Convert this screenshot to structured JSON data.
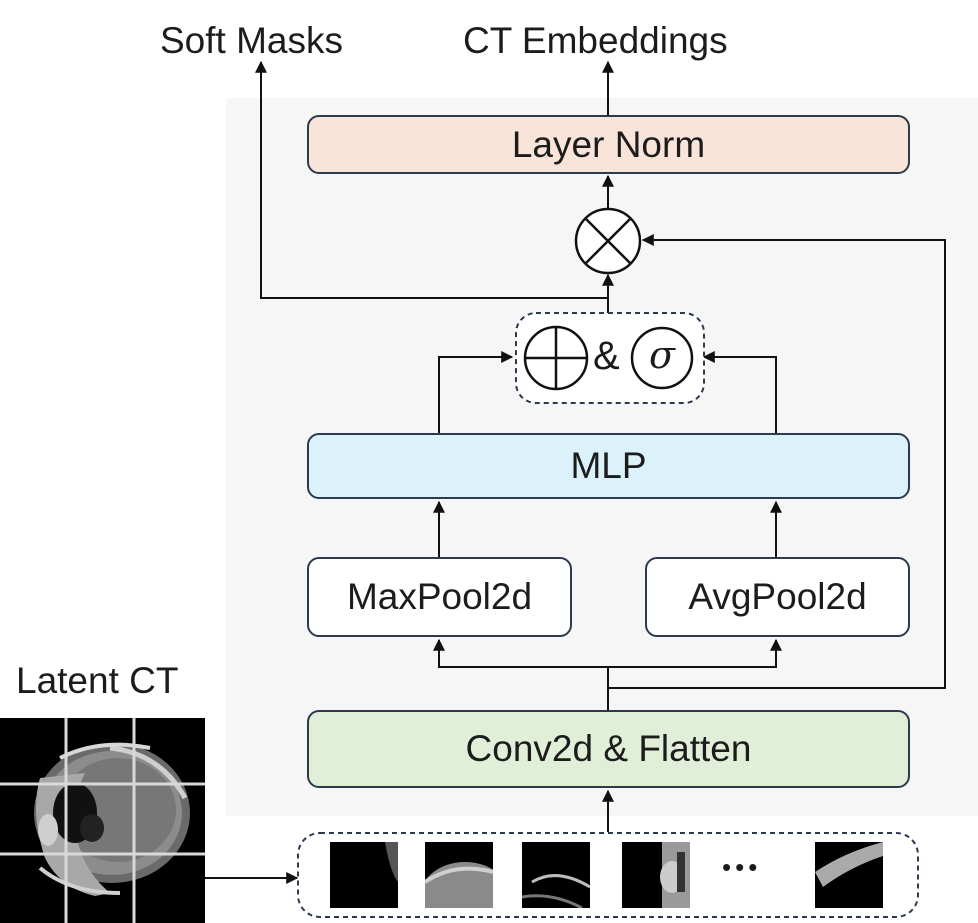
{
  "outputs": {
    "soft_masks": "Soft Masks",
    "ct_embeddings": "CT Embeddings"
  },
  "blocks": {
    "layer_norm": "Layer Norm",
    "mlp": "MLP",
    "maxpool": "MaxPool2d",
    "avgpool": "AvgPool2d",
    "conv_flatten": "Conv2d & Flatten"
  },
  "ops": {
    "ampersand": "&",
    "sigma": "σ",
    "ellipsis": "•••"
  },
  "input": {
    "label": "Latent CT"
  },
  "colors": {
    "layer_norm_fill": "#f8e4d8",
    "mlp_fill": "#dcf2fb",
    "conv_fill": "#e1eed8",
    "pool_fill": "#ffffff",
    "border": "#2c3a4e",
    "panel": "#f6f6f7"
  }
}
